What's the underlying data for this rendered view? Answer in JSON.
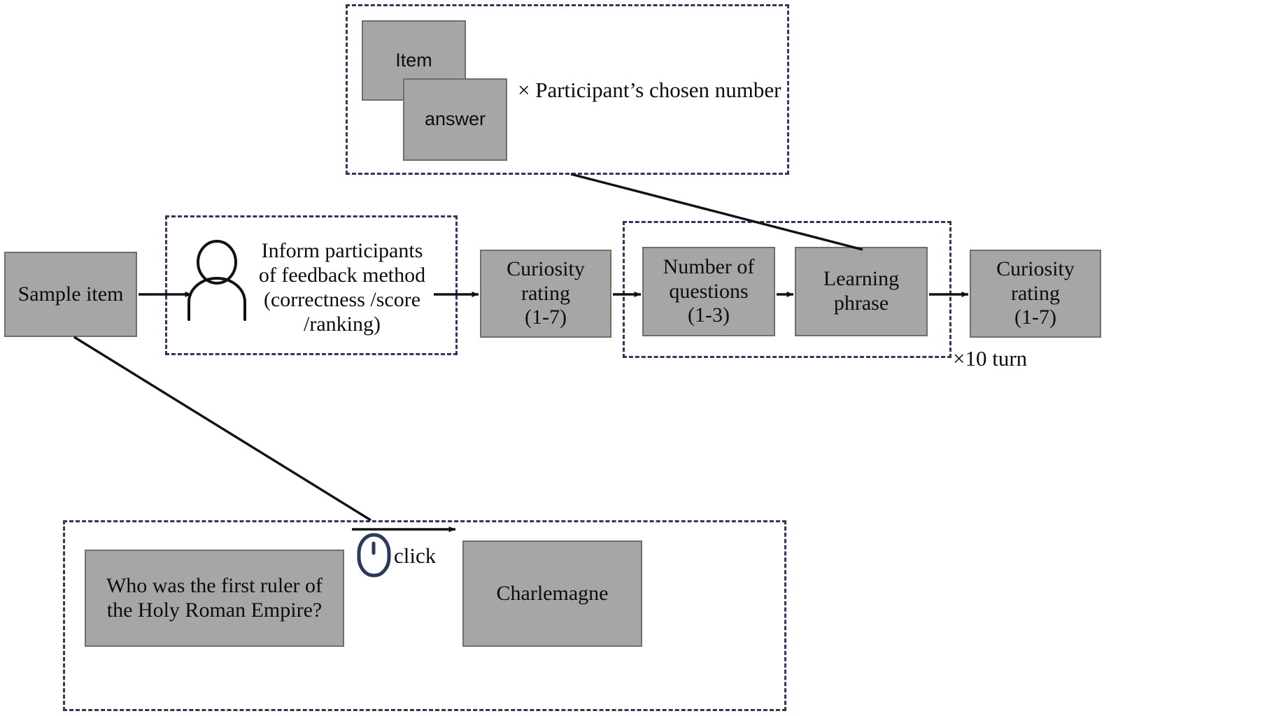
{
  "diagram": {
    "title": "Experimental procedure flow diagram",
    "colors": {
      "box_fill": "#a6a6a6",
      "box_border": "#6e6e6e",
      "dashed_border": "#2b3a5c",
      "line": "#111111",
      "background": "#ffffff"
    },
    "top_panel": {
      "item_box_label": "Item",
      "answer_box_label": "answer",
      "multiplier_label": "× Participant’s chosen number"
    },
    "main_flow": {
      "sample_item": "Sample item",
      "inform_text_lines": [
        "Inform participants",
        "of feedback method",
        "(correctness /score",
        "/ranking)"
      ],
      "inform_text": "Inform participants of feedback method (correctness /score /ranking)",
      "curiosity_rating_1": {
        "line1": "Curiosity",
        "line2": "rating",
        "line3": "(1-7)"
      },
      "number_of_questions": {
        "line1": "Number of",
        "line2": "questions",
        "line3": "(1-3)"
      },
      "learning_phrase": {
        "line1": "Learning",
        "line2": "phrase"
      },
      "curiosity_rating_2": {
        "line1": "Curiosity",
        "line2": "rating",
        "line3": "(1-7)"
      },
      "loop_label": "×10 turn",
      "person_icon": "person-icon"
    },
    "bottom_panel": {
      "question_line1": "Who was the first ruler of",
      "question_line2": "the Holy Roman Empire?",
      "question_text": "Who was the first ruler of the Holy Roman Empire?",
      "click_label": "click",
      "mouse_icon": "mouse-icon",
      "answer_text": "Charlemagne"
    }
  }
}
